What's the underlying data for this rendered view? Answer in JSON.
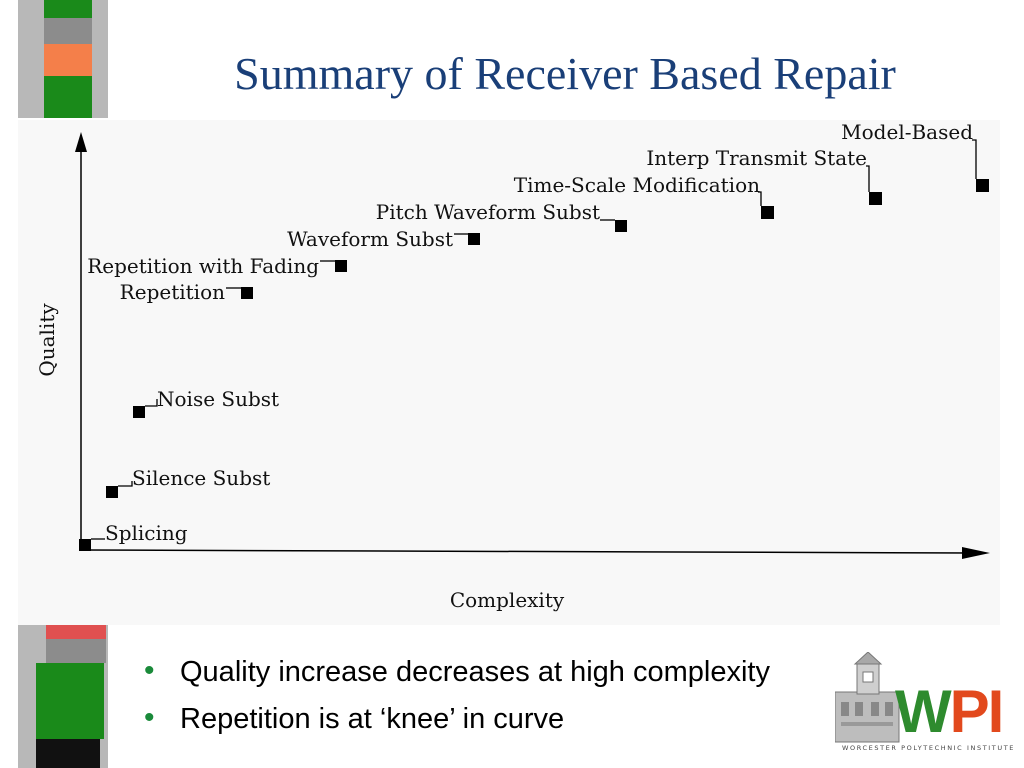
{
  "slide": {
    "title": "Summary of Receiver Based Repair",
    "bullets": [
      "Quality increase decreases at high complexity",
      "Repetition is at ‘knee’ in curve"
    ]
  },
  "diagram": {
    "y_axis_label": "Quality",
    "x_axis_label": "Complexity",
    "techniques": [
      "Splicing",
      "Silence Subst",
      "Noise Subst",
      "Repetition",
      "Repetition with Fading",
      "Waveform Subst",
      "Pitch Waveform Subst",
      "Time-Scale Modification",
      "Interp Transmit State",
      "Model-Based"
    ]
  },
  "logo": {
    "wordmark": "WPI",
    "subtitle": "WORCESTER POLYTECHNIC INSTITUTE"
  },
  "colors": {
    "title": "#1a3f78",
    "bullet": "#1a8a3a",
    "bar_green": "#1a8a1a",
    "bar_orange": "#f47f4a",
    "bar_red": "#e05050",
    "logo_green": "#2e8b2e",
    "logo_red": "#e2491d"
  }
}
